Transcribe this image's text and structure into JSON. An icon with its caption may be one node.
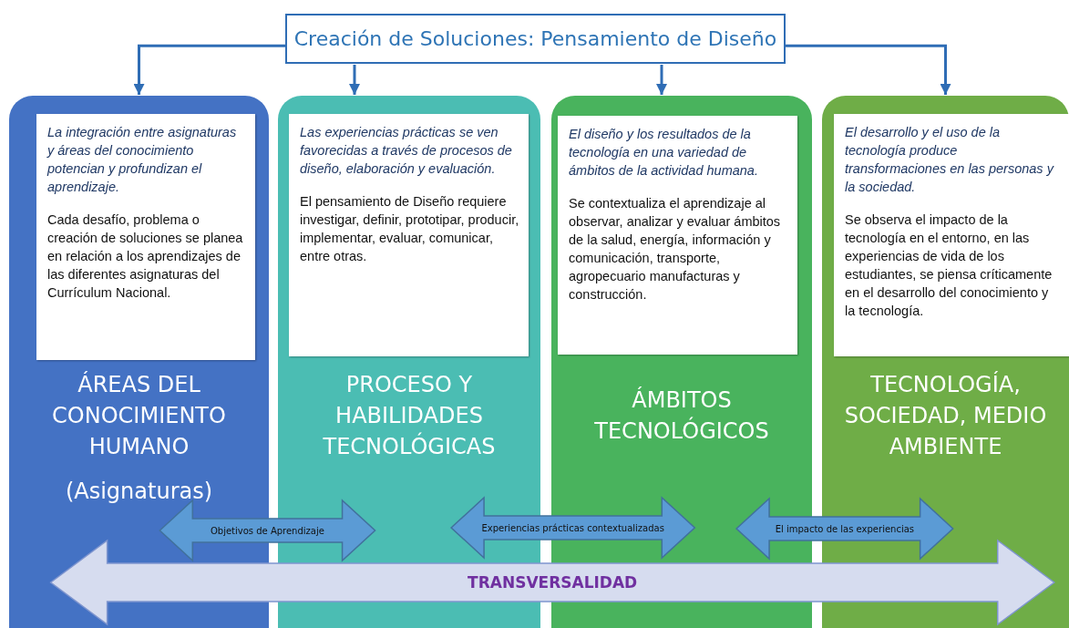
{
  "diagram": {
    "nodes": [
      {
        "text": [
          "Creación de Soluciones: Pensamiento de Diseño"
        ]
      },
      {
        "text": [
          "ÁREAS DEL CONOCIMIENTO HUMANO",
          "(Asignaturas)"
        ]
      },
      {
        "text": [
          "La integración entre asignaturas y áreas del conocimiento potencian y profundizan el aprendizaje.",
          "Cada desafío, problema o creación de soluciones se planea en relación a los aprendizajes de las diferentes asignaturas del Currículum Nacional."
        ],
        "in": 1
      },
      {
        "text": [
          "PROCESO Y HABILIDADES TECNOLÓGICAS"
        ]
      },
      {
        "text": [
          "Las experiencias prácticas se ven favorecidas a través de procesos de diseño, elaboración y evaluación.",
          "El pensamiento de Diseño requiere investigar, definir, prototipar, producir, implementar, evaluar, comunicar, entre otras."
        ],
        "in": 3
      },
      {
        "text": [
          "ÁMBITOS TECNOLÓGICOS"
        ]
      },
      {
        "text": [
          "El diseño y los resultados de la tecnología en una variedad de ámbitos de la actividad humana.",
          "Se contextualiza el aprendizaje al observar, analizar y evaluar ámbitos de la salud, energía, información y comunicación, transporte, agropecuario manufacturas y construcción."
        ],
        "in": 5
      },
      {
        "text": [
          "TECNOLOGÍA, SOCIEDAD, MEDIO AMBIENTE"
        ]
      },
      {
        "text": [
          "El desarrollo y el uso de la tecnología produce transformaciones en las personas y la sociedad.",
          "Se observa el impacto de la tecnología en el entorno, en las experiencias de vida de los estudiantes, se piensa críticamente en el desarrollo del conocimiento y la tecnología."
        ],
        "in": 7
      }
    ],
    "edges": [
      {
        "from": 0,
        "to": 1,
        "arrow": "to"
      },
      {
        "from": 0,
        "to": 3,
        "arrow": "to"
      },
      {
        "from": 0,
        "to": 5,
        "arrow": "to"
      },
      {
        "from": 0,
        "to": 7,
        "arrow": "to"
      },
      {
        "from": 1,
        "to": 3,
        "arrow": "both",
        "label": "Objetivos de Aprendizaje"
      },
      {
        "from": 3,
        "to": 5,
        "arrow": "both",
        "label": "Experiencias prácticas contextualizadas"
      },
      {
        "from": 5,
        "to": 7,
        "arrow": "both",
        "label": "El impacto de las experiencias"
      },
      {
        "from": 1,
        "to": 7,
        "arrow": "both",
        "label": "TRANSVERSALIDAD"
      }
    ]
  }
}
